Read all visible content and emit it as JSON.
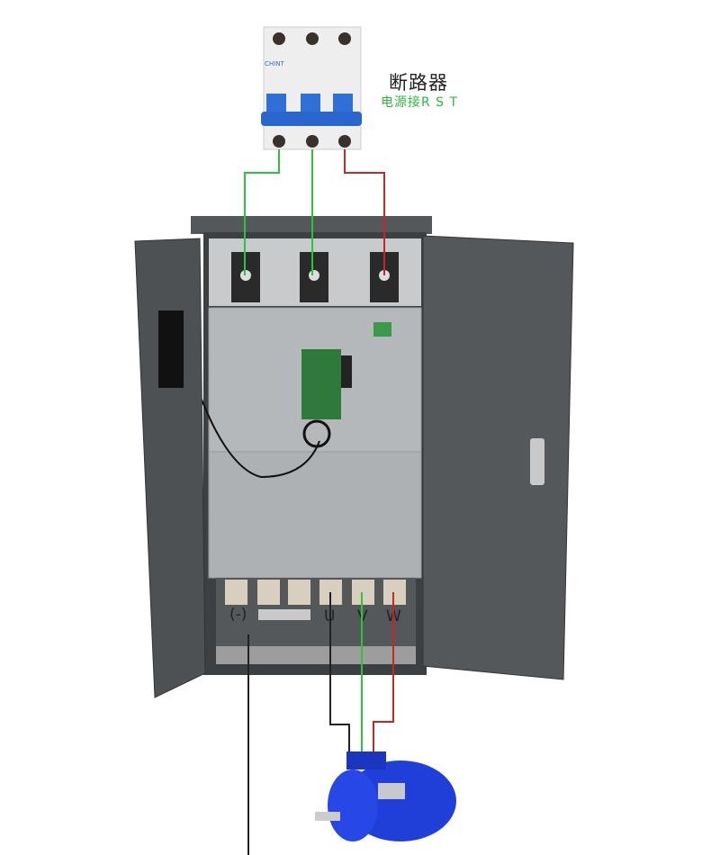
{
  "breaker": {
    "title": "断路器",
    "subtitle": "电源接R S T",
    "brand": "CHINT"
  },
  "terminals": {
    "dc_minus": "(-)",
    "u": "U",
    "v": "V",
    "w": "W"
  },
  "colors": {
    "green_wire": "#2cc43a",
    "red_wire": "#c0282a",
    "black_wire": "#222222",
    "cabinet": "#4e5154",
    "panel": "#b9bcbf",
    "motor": "#1f3fd8"
  }
}
